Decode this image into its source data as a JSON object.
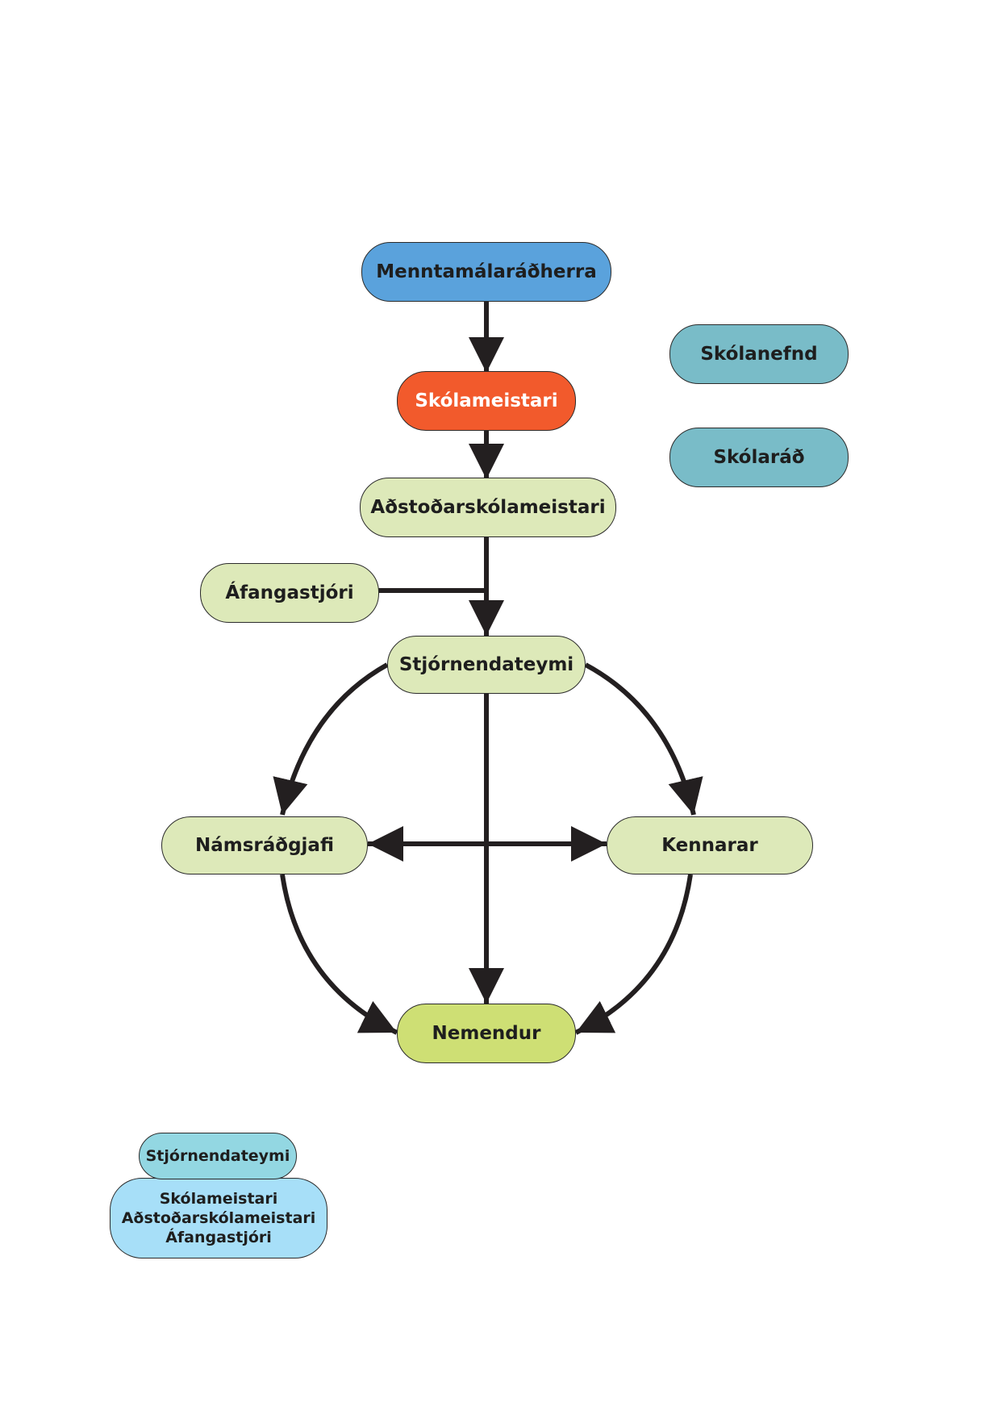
{
  "nodes": {
    "menntamalaradherra": "Menntamálaráðherra",
    "skolameistari": "Skólameistari",
    "skolanefnd": "Skólanefnd",
    "skolarad": "Skólaráð",
    "adstodarskolameistari": "Aðstoðarskólameistari",
    "afangastjori": "Áfangastjóri",
    "stjornendateymi": "Stjórnendateymi",
    "namsradgjafi": "Námsráðgjafi",
    "kennarar": "Kennarar",
    "nemendur": "Nemendur"
  },
  "legend": {
    "title": "Stjórnendateymi",
    "members": [
      "Skólameistari",
      "Aðstoðarskólameistari",
      "Áfangastjóri"
    ]
  },
  "colors": {
    "minister": "#5aa2dc",
    "headmaster": "#f25a2c",
    "committees": "#79bcc8",
    "staff": "#dde9b9",
    "students": "#cedf74",
    "legend_title": "#93d7e2",
    "legend_body": "#a7dff8",
    "arrows": "#231f20"
  }
}
